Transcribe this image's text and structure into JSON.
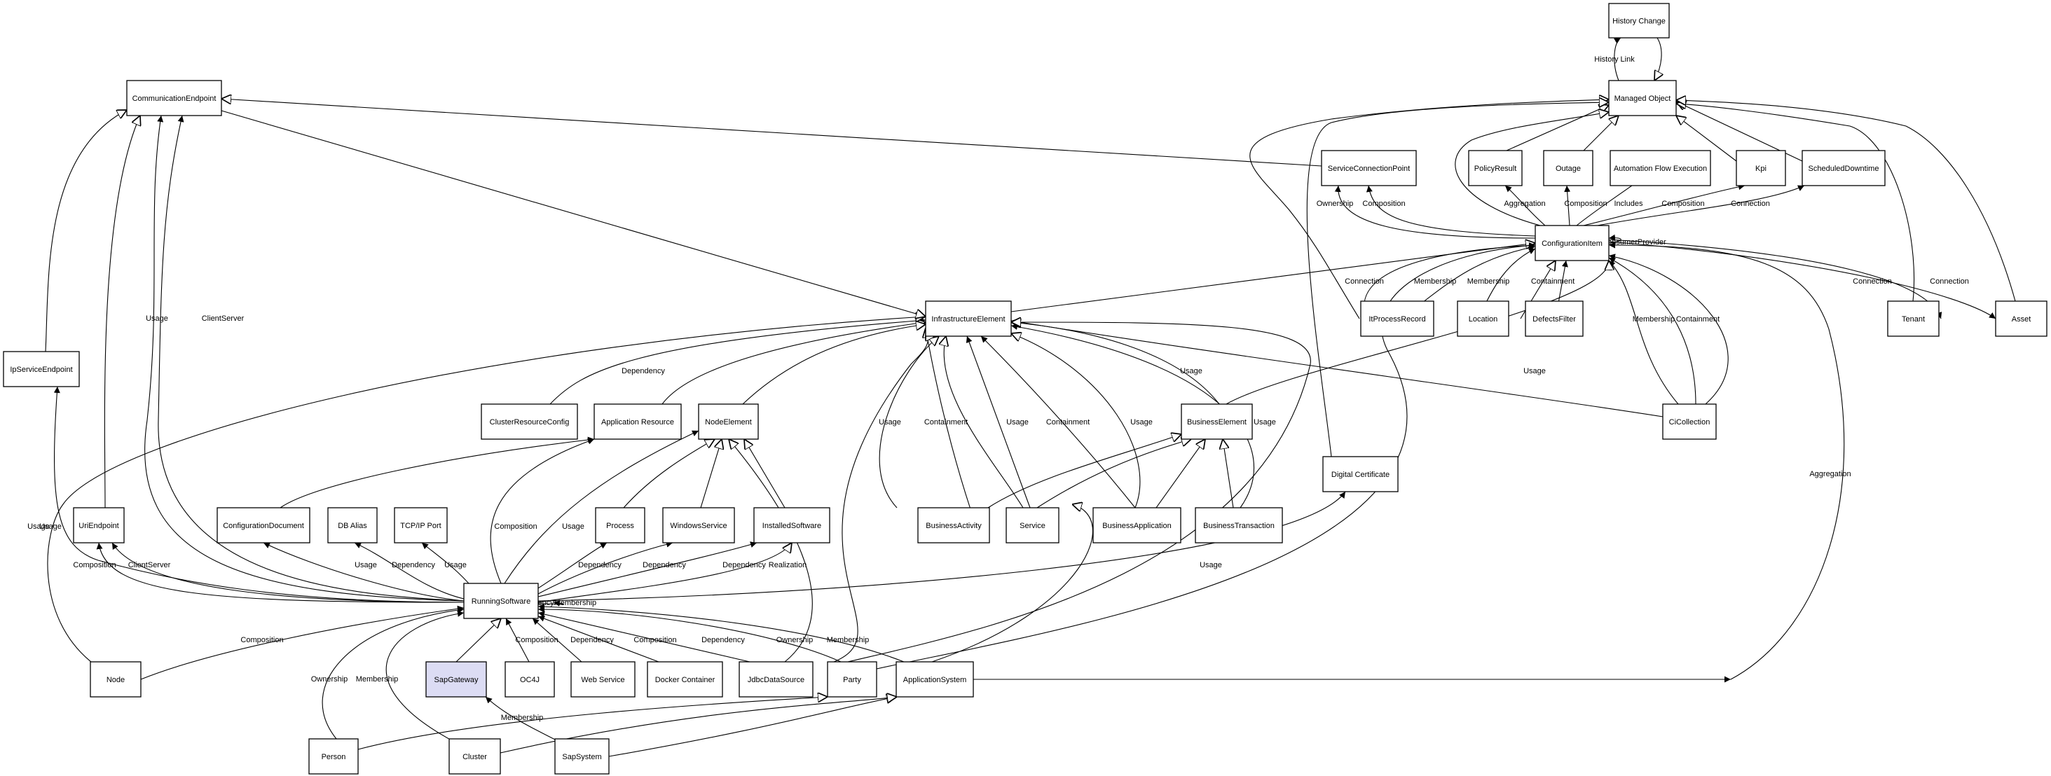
{
  "diagram": {
    "nodes": {
      "history_change": "History Change",
      "managed_object": "Managed Object",
      "communication_endpoint": "CommunicationEndpoint",
      "service_connection_point": "ServiceConnectionPoint",
      "policy_result": "PolicyResult",
      "outage": "Outage",
      "automation_flow_execution": "Automation Flow Execution",
      "kpi": "Kpi",
      "scheduled_downtime": "ScheduledDowntime",
      "configuration_item": "ConfigurationItem",
      "infrastructure_element": "InfrastructureElement",
      "itprocess_record": "ItProcessRecord",
      "location": "Location",
      "defects_filter": "DefectsFilter",
      "tenant": "Tenant",
      "asset": "Asset",
      "ip_service_endpoint": "IpServiceEndpoint",
      "cluster_resource_config": "ClusterResourceConfig",
      "application_resource": "Application Resource",
      "node_element": "NodeElement",
      "business_element": "BusinessElement",
      "ci_collection": "CiCollection",
      "digital_certificate": "Digital Certificate",
      "uri_endpoint": "UriEndpoint",
      "configuration_document": "ConfigurationDocument",
      "db_alias": "DB Alias",
      "tcpip_port": "TCP/IP Port",
      "process": "Process",
      "windows_service": "WindowsService",
      "installed_software": "InstalledSoftware",
      "business_activity": "BusinessActivity",
      "service": "Service",
      "business_application": "BusinessApplication",
      "business_transaction": "BusinessTransaction",
      "running_software": "RunningSoftware",
      "node": "Node",
      "sap_gateway": "SapGateway",
      "oc4j": "OC4J",
      "web_service": "Web Service",
      "docker_container": "Docker Container",
      "jdbc_data_source": "JdbcDataSource",
      "party": "Party",
      "application_system": "ApplicationSystem",
      "person": "Person",
      "cluster": "Cluster",
      "sap_system": "SapSystem"
    },
    "edge_labels": {
      "history_link": "History Link",
      "ownership": "Ownership",
      "composition": "Composition",
      "aggregation": "Aggregation",
      "includes": "Includes",
      "connection": "Connection",
      "consumer_provider": "ConsumerProvider",
      "membership": "Membership",
      "containment": "Containment",
      "usage": "Usage",
      "client_server": "ClientServer",
      "dependency": "Dependency",
      "realization": "Realization",
      "dependency_membership": "DependencyMembership"
    }
  }
}
